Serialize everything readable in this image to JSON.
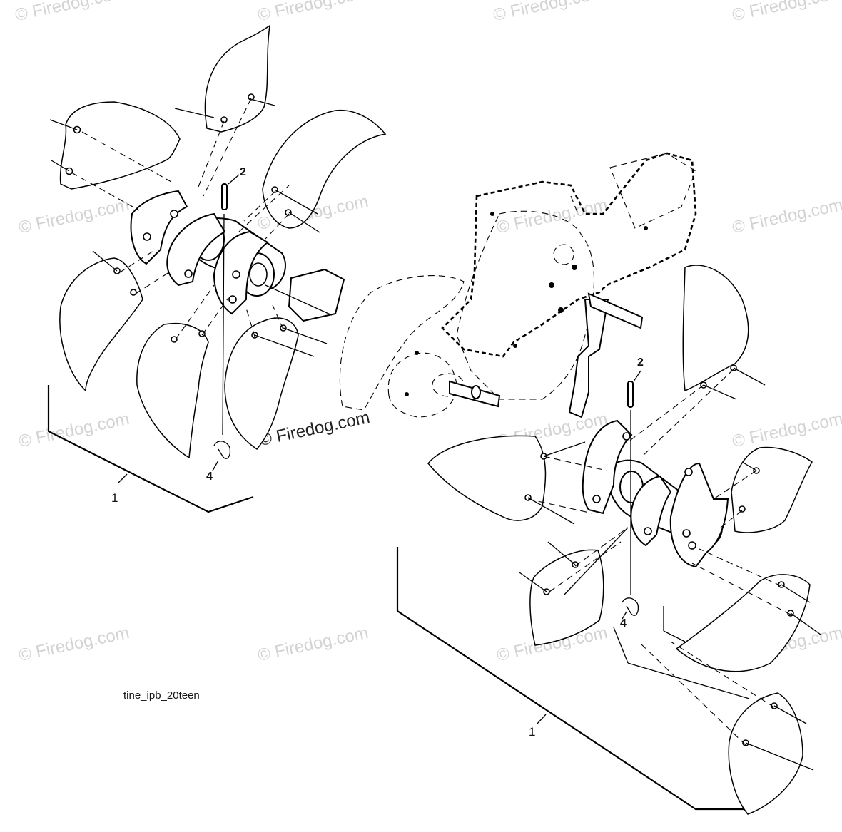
{
  "watermark": {
    "text": "© Firedog.com"
  },
  "callouts": {
    "left_assembly": "1",
    "left_pin": "2",
    "left_clip": "4",
    "right_assembly": "1",
    "right_pin": "2",
    "right_clip": "4"
  },
  "caption": "tine_ipb_20teen"
}
